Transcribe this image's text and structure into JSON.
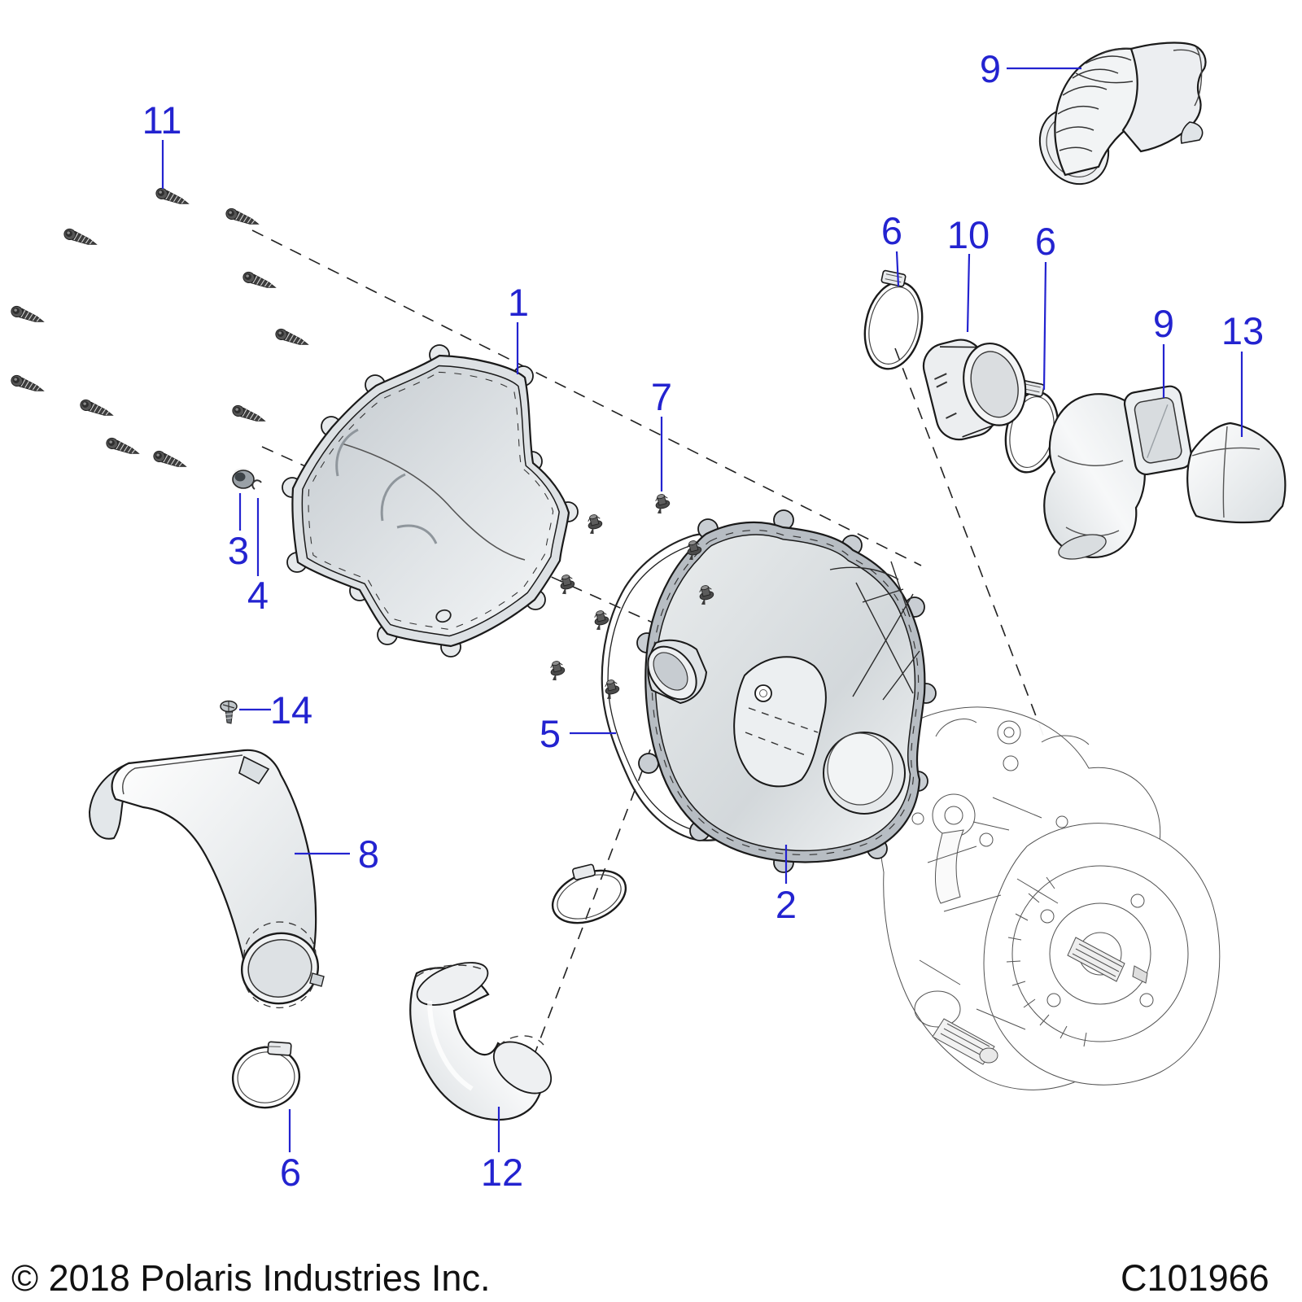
{
  "diagram": {
    "copyright": "© 2018 Polaris Industries Inc.",
    "figure_code": "C101966",
    "colors": {
      "callout": "#2323d0",
      "line": "#1a1a1a",
      "background": "#ffffff"
    },
    "callouts": [
      {
        "label": "11"
      },
      {
        "label": "1"
      },
      {
        "label": "7"
      },
      {
        "label": "3"
      },
      {
        "label": "4"
      },
      {
        "label": "14"
      },
      {
        "label": "5"
      },
      {
        "label": "8"
      },
      {
        "label": "2"
      },
      {
        "label": "6"
      },
      {
        "label": "12"
      },
      {
        "label": "9"
      },
      {
        "label": "6"
      },
      {
        "label": "10"
      },
      {
        "label": "6"
      },
      {
        "label": "9"
      },
      {
        "label": "13"
      }
    ]
  }
}
